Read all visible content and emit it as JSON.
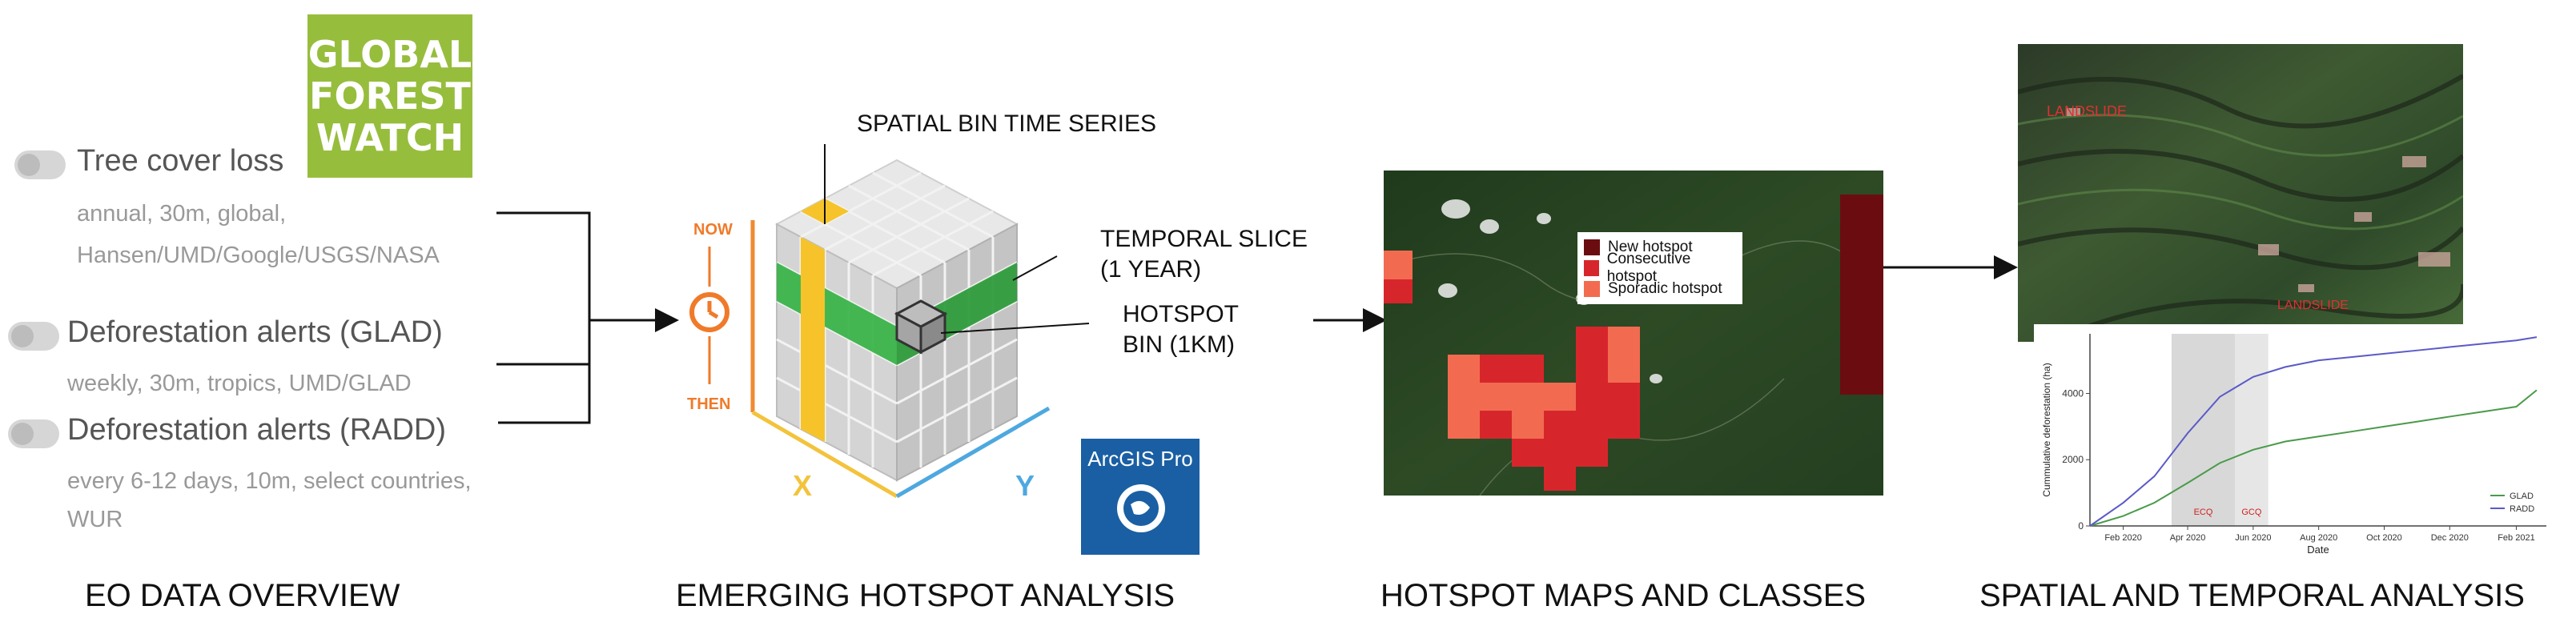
{
  "sections": {
    "eo_overview": {
      "caption": "EO DATA OVERVIEW",
      "logo_lines": [
        "GLOBAL",
        "FOREST",
        "WATCH"
      ],
      "layers": [
        {
          "title": "Tree cover loss",
          "sub": [
            "annual, 30m, global,",
            "Hansen/UMD/Google/USGS/NASA"
          ]
        },
        {
          "title": "Deforestation alerts (GLAD)",
          "sub": [
            "weekly, 30m, tropics, UMD/GLAD"
          ]
        },
        {
          "title": "Deforestation alerts (RADD)",
          "sub": [
            "every 6-12 days, 10m, select countries,",
            "WUR"
          ]
        }
      ]
    },
    "hotspot_analysis": {
      "caption": "EMERGING HOTSPOT ANALYSIS",
      "labels": {
        "spatial_bin": "SPATIAL BIN TIME SERIES",
        "temporal_slice_1": "TEMPORAL SLICE",
        "temporal_slice_2": "(1 YEAR)",
        "hotspot_bin_1": "HOTSPOT",
        "hotspot_bin_2": "BIN (1KM)",
        "now": "NOW",
        "then": "THEN",
        "x_axis": "X",
        "y_axis": "Y"
      },
      "arcgis_label": "ArcGIS Pro"
    },
    "hotspot_maps": {
      "caption": "HOTSPOT MAPS AND CLASSES",
      "legend": [
        {
          "label": "New hotspot",
          "color": "#6b0d10"
        },
        {
          "label": "Consecutive hotspot",
          "color": "#d7262b"
        },
        {
          "label": "Sporadic hotspot",
          "color": "#f26b50"
        }
      ]
    },
    "spatial_temporal": {
      "caption": "SPATIAL AND TEMPORAL ANALYSIS",
      "satellite_labels": {
        "landslide": "LANDSLIDE"
      },
      "chart_data": {
        "type": "line",
        "ylabel": "Cummulative deforestation (ha)",
        "xlabel": "Date",
        "x_ticks": [
          "Feb 2020",
          "Apr 2020",
          "Jun 2020",
          "Aug 2020",
          "Oct 2020",
          "Dec 2020",
          "Feb 2021"
        ],
        "y_ticks": [
          0,
          2000,
          4000
        ],
        "ylim": [
          0,
          5800
        ],
        "xlim": [
          "2020-01-01",
          "2021-03-01"
        ],
        "shaded_periods": [
          {
            "label": "ECQ",
            "start": "2020-03-17",
            "end": "2020-05-15"
          },
          {
            "label": "GCQ",
            "start": "2020-05-15",
            "end": "2020-06-15"
          }
        ],
        "legend_position": "bottom-right",
        "series": [
          {
            "name": "GLAD",
            "color": "#4a9a4a",
            "x": [
              "2020-01-01",
              "2020-02-01",
              "2020-03-01",
              "2020-04-01",
              "2020-05-01",
              "2020-06-01",
              "2020-07-01",
              "2020-08-01",
              "2020-09-01",
              "2020-10-01",
              "2020-11-01",
              "2020-12-01",
              "2021-01-01",
              "2021-02-01",
              "2021-02-20"
            ],
            "y": [
              0,
              300,
              700,
              1300,
              1900,
              2300,
              2550,
              2700,
              2850,
              3000,
              3150,
              3300,
              3450,
              3600,
              4100
            ]
          },
          {
            "name": "RADD",
            "color": "#5a5ac8",
            "x": [
              "2020-01-01",
              "2020-02-01",
              "2020-03-01",
              "2020-04-01",
              "2020-05-01",
              "2020-06-01",
              "2020-07-01",
              "2020-08-01",
              "2020-09-01",
              "2020-10-01",
              "2020-11-01",
              "2020-12-01",
              "2021-01-01",
              "2021-02-01",
              "2021-02-20"
            ],
            "y": [
              0,
              700,
              1500,
              2800,
              3900,
              4500,
              4800,
              5000,
              5100,
              5200,
              5300,
              5400,
              5500,
              5600,
              5700
            ]
          }
        ]
      }
    }
  }
}
